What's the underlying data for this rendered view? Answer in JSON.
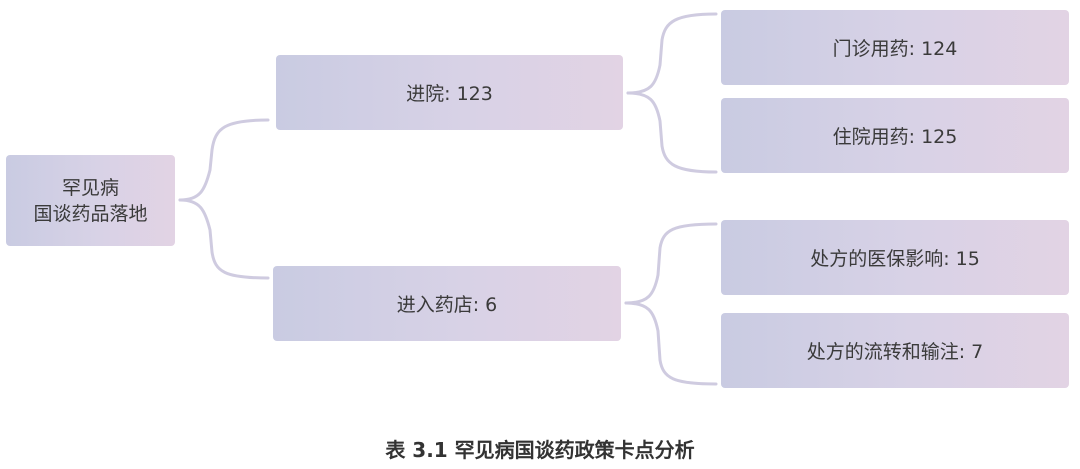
{
  "root": {
    "line1": "罕见病",
    "line2": "国谈药品落地"
  },
  "branches": [
    {
      "label": "进院: 123",
      "children": [
        "门诊用药: 124",
        "住院用药: 125"
      ]
    },
    {
      "label": "进入药店: 6",
      "children": [
        "处方的医保影响: 15",
        "处方的流转和输注: 7"
      ]
    }
  ],
  "caption": "表 3.1 罕见病国谈药政策卡点分析",
  "colors": {
    "connector": "#cfcbe0",
    "text": "#3a3a3a"
  }
}
